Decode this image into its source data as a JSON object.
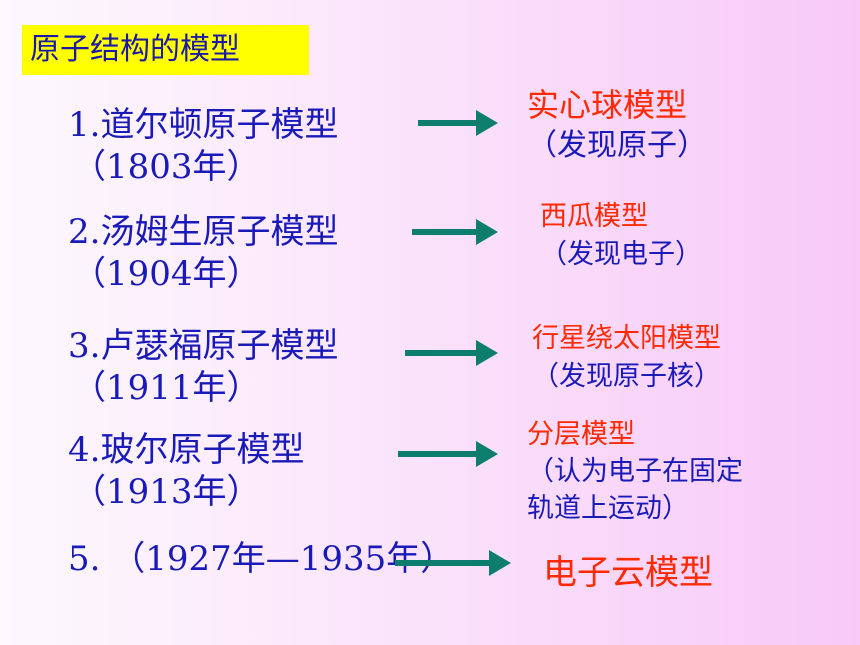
{
  "title": "原子结构的模型",
  "models": [
    {
      "label": "1.道尔顿原子模型",
      "year": "（1803年）",
      "name": "实心球模型",
      "note": "（发现原子）"
    },
    {
      "label": "2.汤姆生原子模型",
      "year": "（1904年）",
      "name": "西瓜模型",
      "note": "（发现电子）"
    },
    {
      "label": "3.卢瑟福原子模型",
      "year": "（1911年）",
      "name": "行星绕太阳模型",
      "note": "（发现原子核）"
    },
    {
      "label": "4.玻尔原子模型",
      "year": "（1913年）",
      "name": "分层模型",
      "note": "（认为电子在固定",
      "note2": "轨道上运动）"
    },
    {
      "label": "5.  （1927年—1935年）",
      "name": "电子云模型"
    }
  ],
  "colors": {
    "title_bg": "#ffff00",
    "text_blue": "#1a1ab8",
    "model_red": "#ff2a00",
    "arrow_green": "#0d7d6e"
  },
  "icons": [
    "arrow-right-icon"
  ]
}
